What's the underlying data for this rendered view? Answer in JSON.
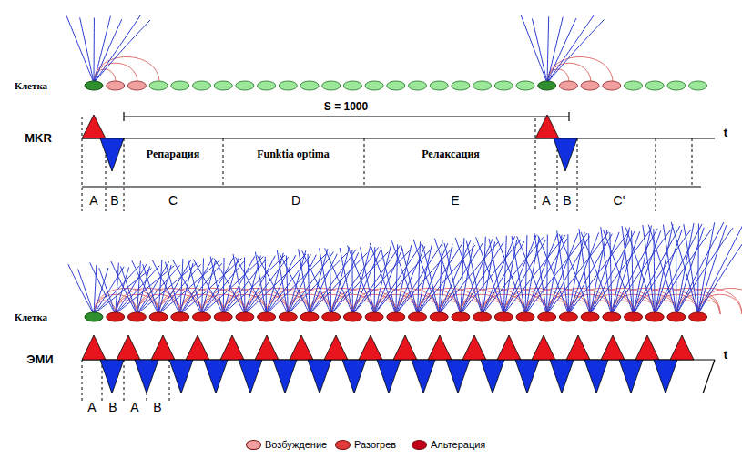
{
  "diagram": {
    "labels": [
      "Клетка",
      "MKR",
      "S = 1000",
      "Репарация",
      "Funktia optima",
      "Релаксация",
      "A",
      "B",
      "C",
      "D",
      "E",
      "A",
      "B",
      "C'",
      "Клетка",
      "ЭМИ",
      "A",
      "B",
      "A",
      "B",
      "t",
      "t"
    ],
    "legend": [
      {
        "text": "Возбуждение",
        "color": "#f0a0a0"
      },
      {
        "text": "Разогрев",
        "color": "#e03a3a"
      },
      {
        "text": "Альтерация",
        "color": "#c00018"
      }
    ]
  }
}
